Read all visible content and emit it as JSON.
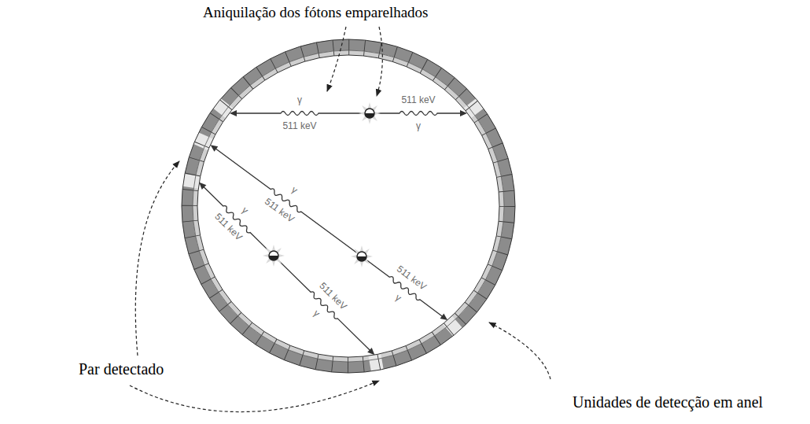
{
  "diagram": {
    "labels": [
      "Aniquilação dos fótons emparelhados",
      "γ",
      "511 keV",
      "511 keV",
      "γ",
      "γ",
      "511 keV",
      "γ",
      "511 keV",
      "511 keV",
      "γ",
      "511 keV",
      "γ",
      "Par detectado",
      "Unidades de detecção em anel"
    ]
  }
}
